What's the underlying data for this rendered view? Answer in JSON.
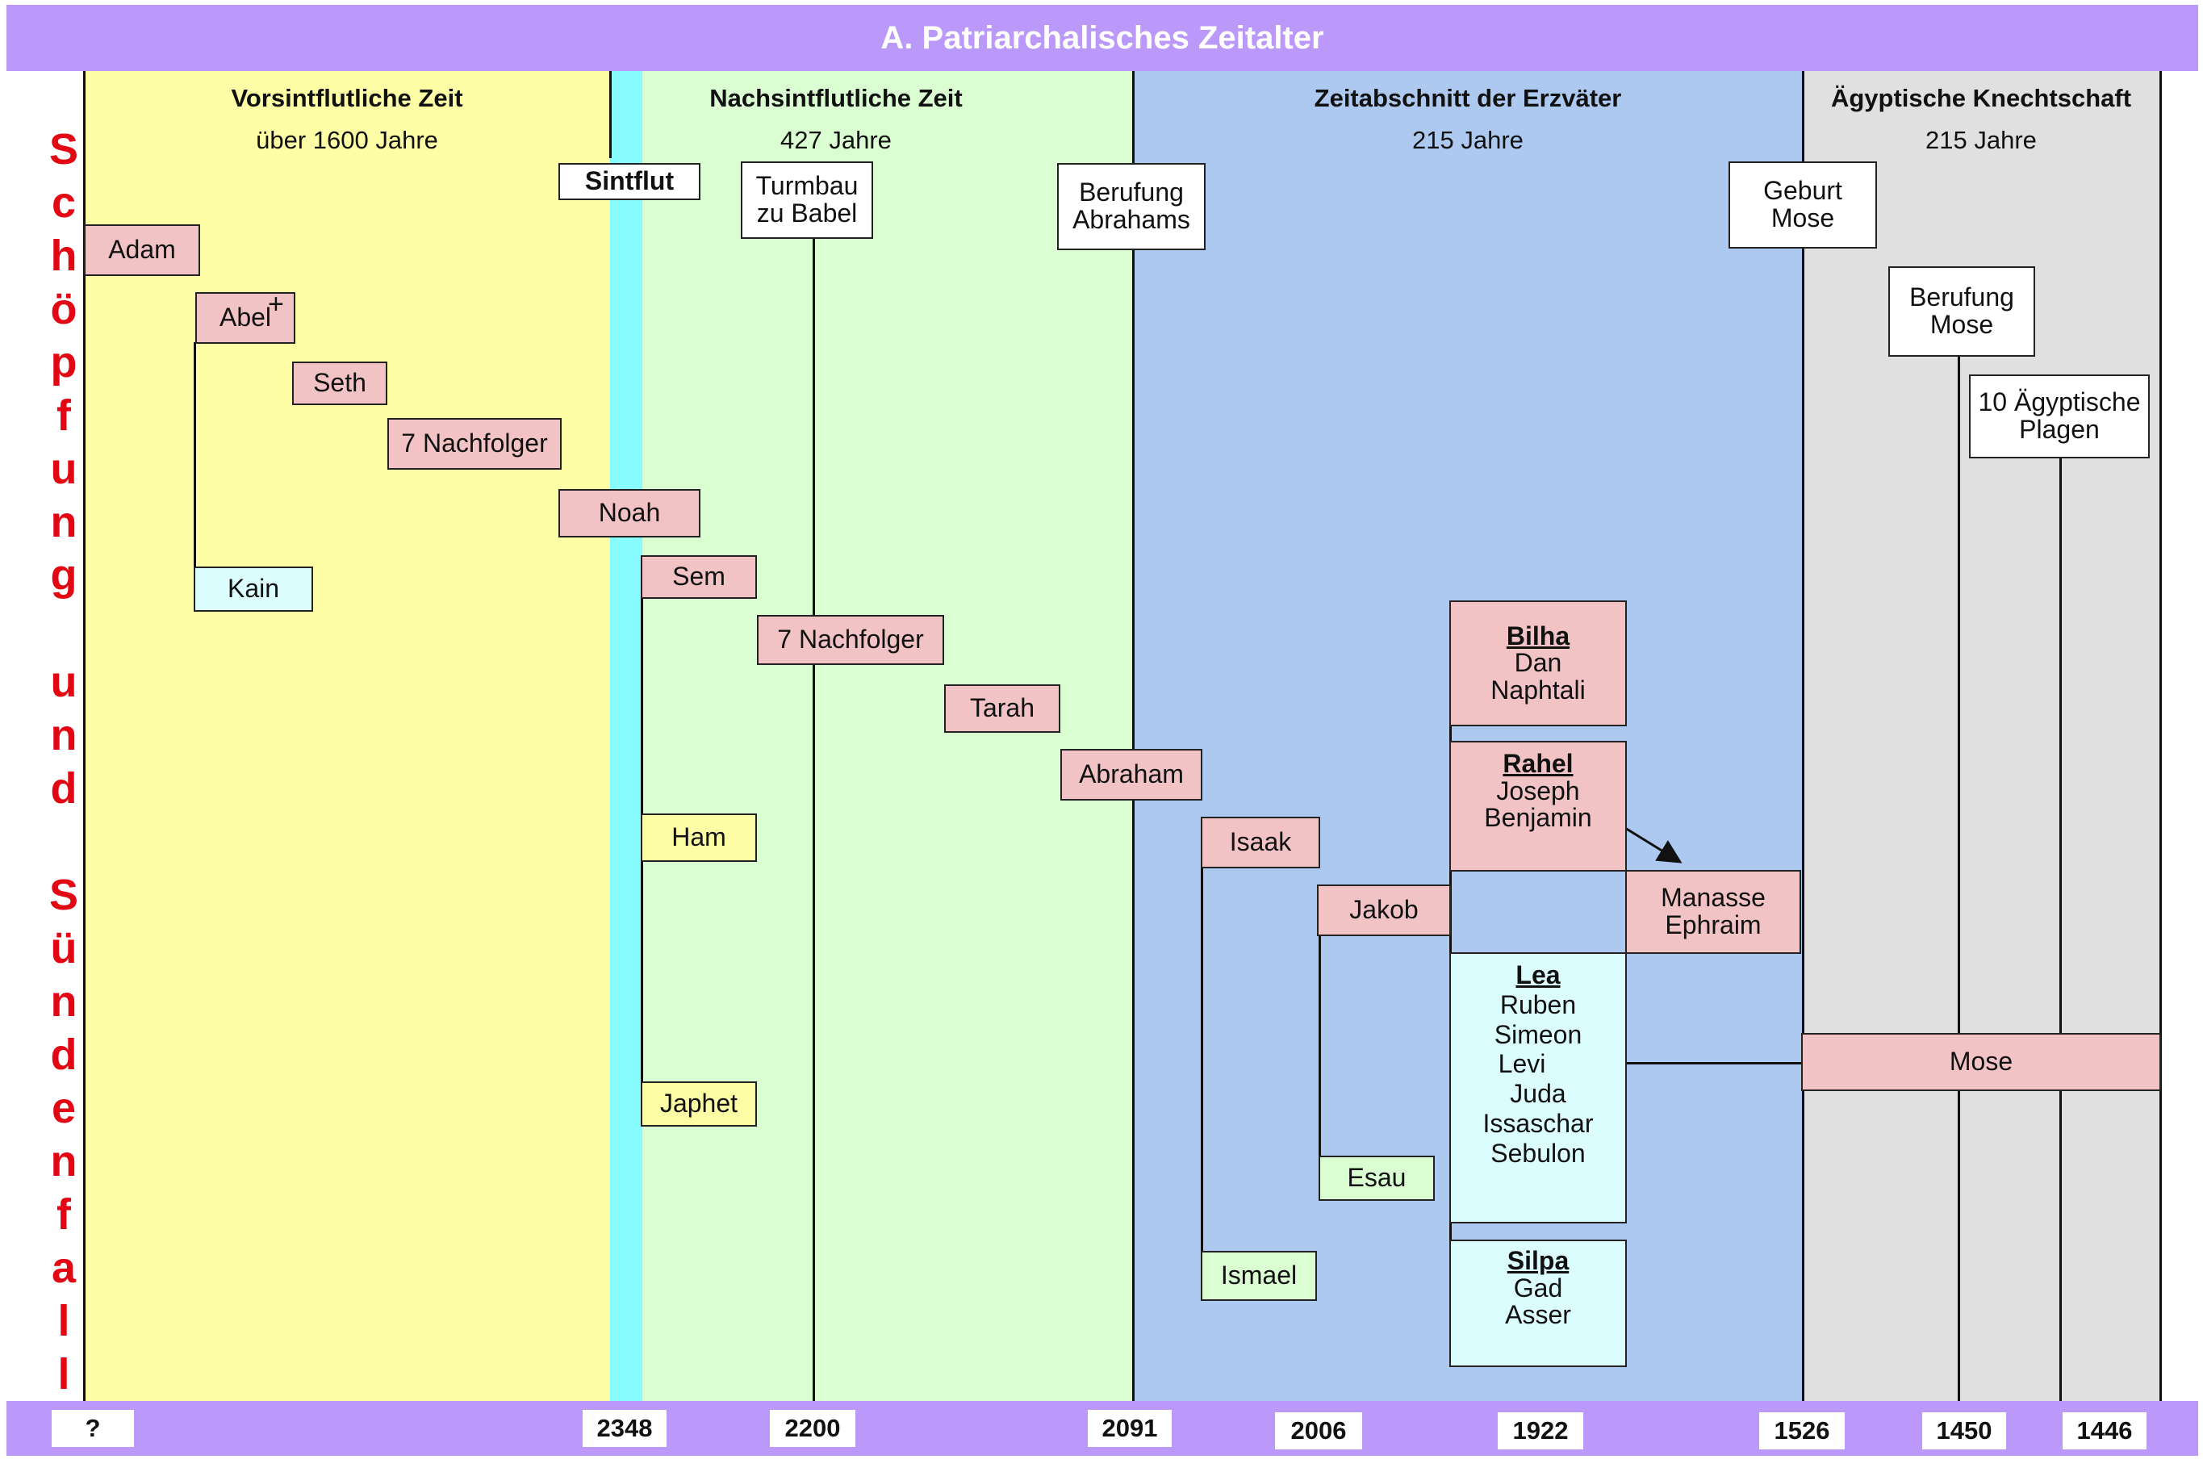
{
  "header": {
    "title": "A. Patriarchalisches Zeitalter"
  },
  "colors": {
    "header_bg": "#bb99fa",
    "pre_flood": "#fefea7",
    "flood": "#88fbfe",
    "post_flood": "#dafed1",
    "patriarchs": "#aec9ef",
    "egypt": "#e0e0e0",
    "side_text": "#e30613"
  },
  "side_text": [
    "S",
    "c",
    "h",
    "ö",
    "p",
    "f",
    "u",
    "n",
    "g",
    "",
    "u",
    "n",
    "d",
    "",
    "S",
    "ü",
    "n",
    "d",
    "e",
    "n",
    "f",
    "a",
    "l",
    "l"
  ],
  "eras": [
    {
      "title": "Vorsintflutliche Zeit",
      "duration": "über 1600 Jahre"
    },
    {
      "title": "Nachsintflutliche Zeit",
      "duration": "427 Jahre"
    },
    {
      "title": "Zeitabschnitt der Erzväter",
      "duration": "215 Jahre"
    },
    {
      "title": "Ägyptische Knechtschaft",
      "duration": "215 Jahre"
    }
  ],
  "events": {
    "sintflut": "Sintflut",
    "turmbau_1": "Turmbau",
    "turmbau_2": "zu Babel",
    "berufung_abrahams_1": "Berufung",
    "berufung_abrahams_2": "Abrahams",
    "geburt_mose_1": "Geburt",
    "geburt_mose_2": "Mose",
    "berufung_mose_1": "Berufung",
    "berufung_mose_2": "Mose",
    "plagen_1": "10 Ägyptische",
    "plagen_2": "Plagen"
  },
  "persons": {
    "adam": "Adam",
    "abel": "Abel",
    "abel_mark": "+",
    "kain": "Kain",
    "seth": "Seth",
    "nachfolger_1": "7 Nachfolger",
    "noah": "Noah",
    "sem": "Sem",
    "ham": "Ham",
    "japhet": "Japhet",
    "nachfolger_2": "7 Nachfolger",
    "tarah": "Tarah",
    "abraham": "Abraham",
    "isaak": "Isaak",
    "ismael": "Ismael",
    "jakob": "Jakob",
    "esau": "Esau",
    "manasse": "Manasse",
    "ephraim": "Ephraim",
    "mose": "Mose"
  },
  "wives": {
    "bilha": {
      "name": "Bilha",
      "sons": [
        "Dan",
        "Naphtali"
      ]
    },
    "rahel": {
      "name": "Rahel",
      "sons": [
        "Joseph",
        "Benjamin"
      ]
    },
    "lea": {
      "name": "Lea",
      "sons": [
        "Ruben",
        "Simeon",
        "Levi",
        "Juda",
        "Issaschar",
        "Sebulon"
      ]
    },
    "silpa": {
      "name": "Silpa",
      "sons": [
        "Gad",
        "Asser"
      ]
    }
  },
  "years": [
    "?",
    "2348",
    "2200",
    "2091",
    "2006",
    "1922",
    "1526",
    "1450",
    "1446"
  ]
}
